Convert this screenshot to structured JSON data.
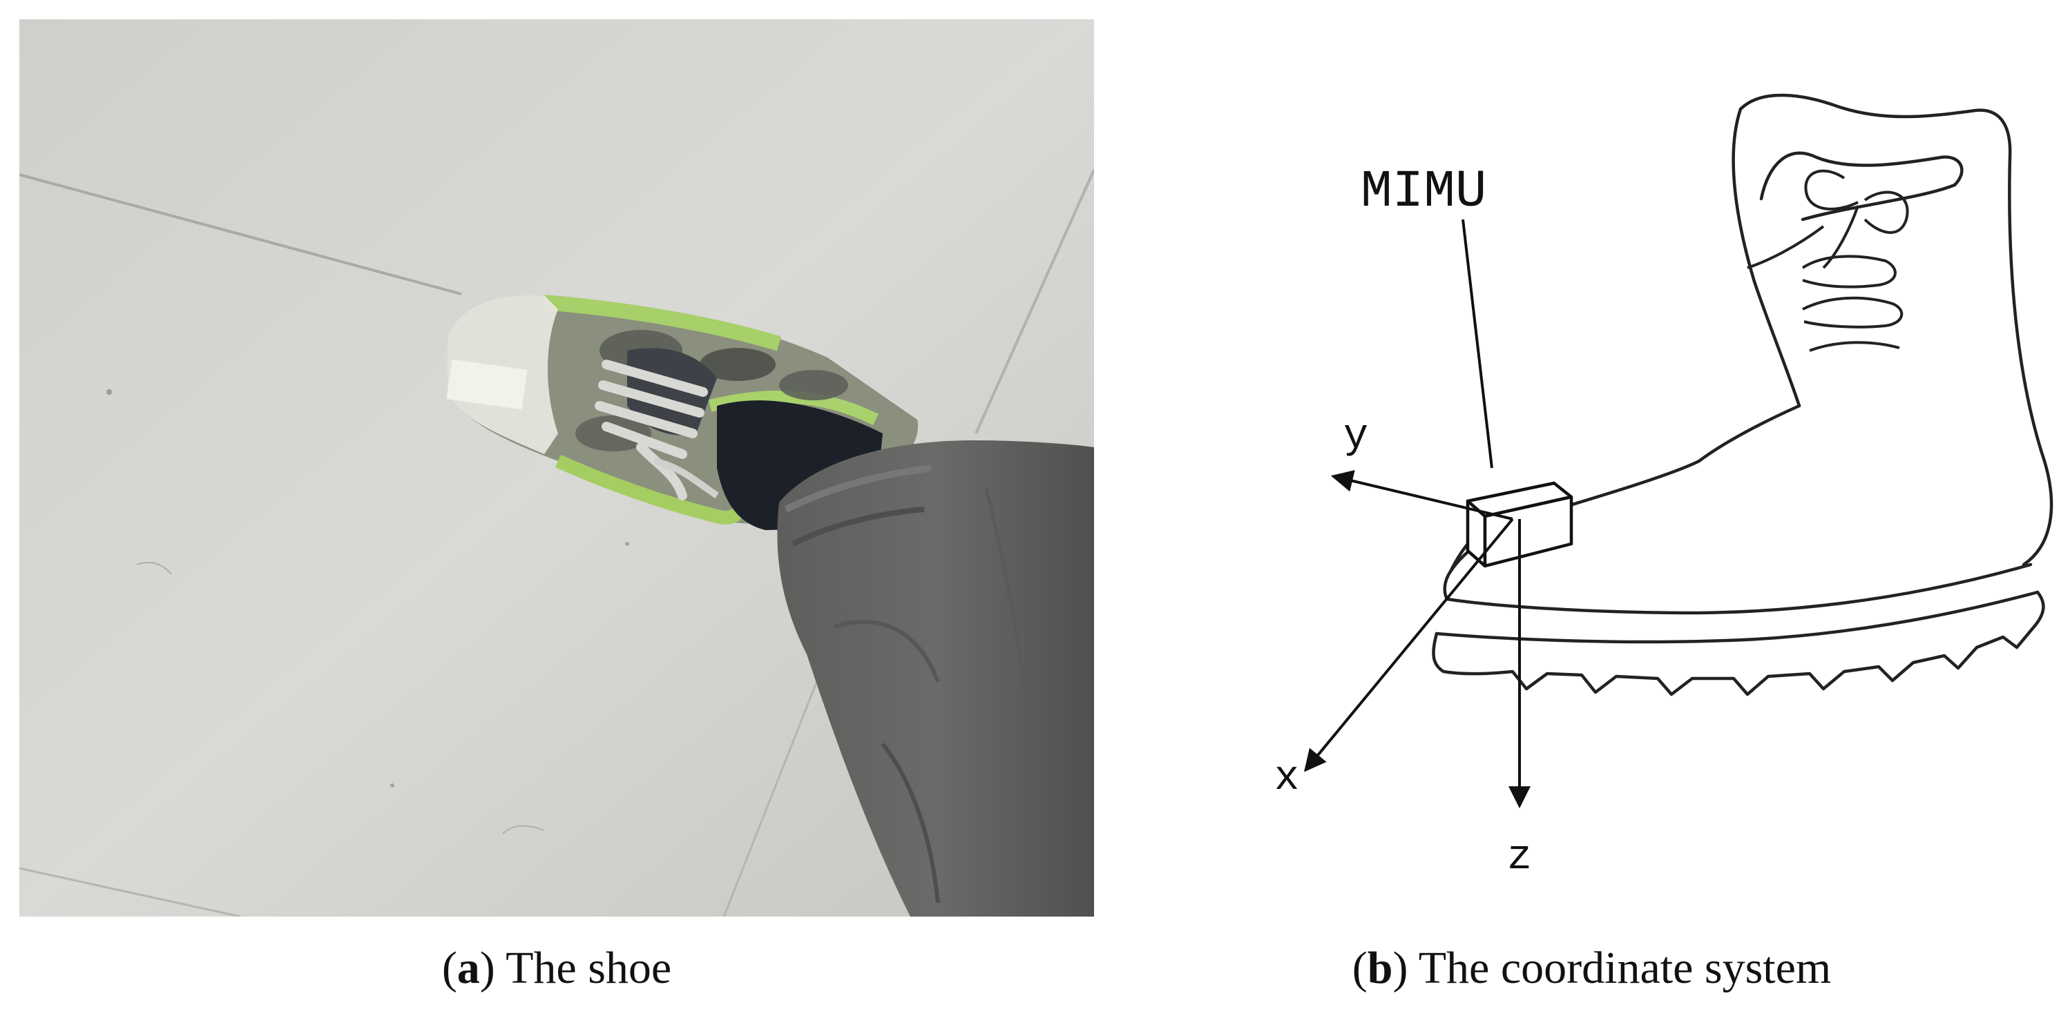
{
  "figure": {
    "panel_a": {
      "caption_letter": "a",
      "caption_text": " The shoe"
    },
    "panel_b": {
      "caption_letter": "b",
      "caption_text": " The coordinate system",
      "sensor_label": "MIMU",
      "axes": {
        "x": "x",
        "y": "y",
        "z": "z"
      }
    }
  }
}
